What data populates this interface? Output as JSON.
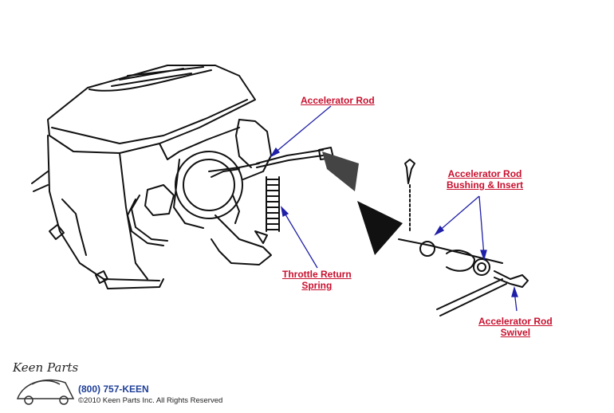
{
  "labels": {
    "accelerator_rod": "Accelerator Rod",
    "bushing_line1": "Accelerator Rod",
    "bushing_line2": "Bushing & Insert",
    "spring_line1": "Throttle Return",
    "spring_line2": "Spring",
    "swivel_line1": "Accelerator Rod",
    "swivel_line2": "Swivel"
  },
  "footer": {
    "logo": "Keen Parts",
    "phone": "(800) 757-KEEN",
    "copyright": "©2010 Keen Parts Inc. All Rights Reserved"
  },
  "colors": {
    "label": "#c8102e",
    "arrow": "#1f1fa8",
    "line_art": "#111111",
    "phone": "#1f3f99"
  }
}
